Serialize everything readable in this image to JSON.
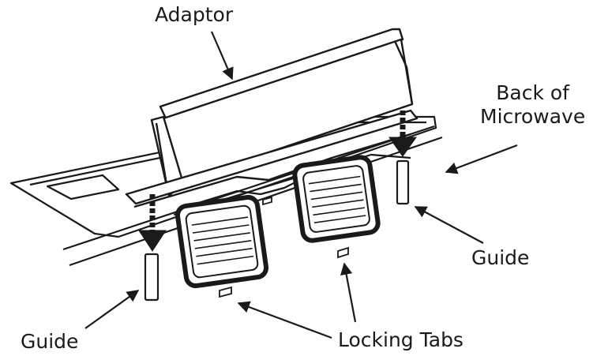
{
  "labels": {
    "adaptor": "Adaptor",
    "back_of": "Back of",
    "microwave": "Microwave",
    "guide_right": "Guide",
    "guide_left": "Guide",
    "locking_tabs": "Locking Tabs"
  },
  "colors": {
    "ink": "#1a1a1a",
    "background": "#ffffff"
  }
}
